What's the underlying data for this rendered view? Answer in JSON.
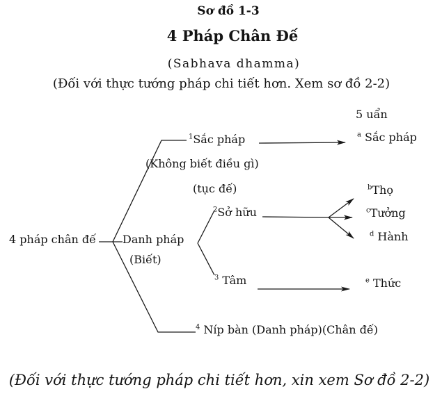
{
  "page": {
    "background": "#ffffff",
    "text_color": "#141414",
    "line_color": "#1a1a1a"
  },
  "header": {
    "title": "Sơ đồ 1-3",
    "subtitle": "4 Pháp Chân Đế",
    "subtitle2": "(Sabhava dhamma)",
    "note": "(Đối với thực tướng pháp chi tiết hơn. Xem sơ đồ 2-2)"
  },
  "diagram": {
    "root": "4 pháp chân đế",
    "group_header": "5 uẩn",
    "branch1": {
      "sup": "1",
      "label": "Sắc pháp",
      "note": "(Không biết điều gì)"
    },
    "tuc_de": "(tục đế)",
    "danh_phap": {
      "label": "Danh pháp",
      "note": "(Biết)"
    },
    "branch2": {
      "sup": "2",
      "label": "Sở hữu"
    },
    "branch3": {
      "sup": "3",
      "label": " Tâm"
    },
    "branch4": {
      "sup": "4",
      "label": " Níp bàn (Danh pháp)(Chân đế)"
    },
    "target_a": {
      "sup": "a",
      "label": " Sắc pháp"
    },
    "target_b": {
      "sup": "b",
      "label": "Thọ"
    },
    "target_c": {
      "sup": "c",
      "label": "Tưởng"
    },
    "target_d": {
      "sup": "d",
      "label": " Hành"
    },
    "target_e": {
      "sup": "e",
      "label": " Thức"
    }
  },
  "footer": {
    "caption": "(Đối với thực tướng pháp chi tiết hơn, xin xem Sơ đồ 2-2)"
  }
}
